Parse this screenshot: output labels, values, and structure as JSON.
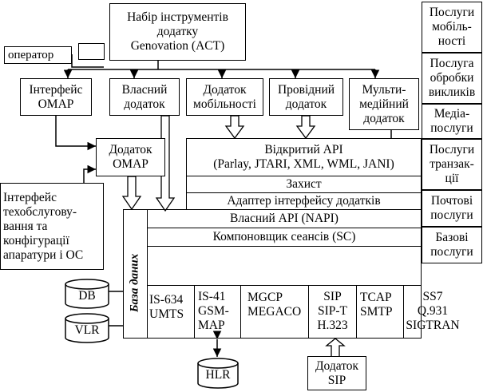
{
  "toolkit": "Набір інструментів\nдодатку\nGenovation (ACT)",
  "operator": "оператор",
  "omap_interface": "Інтерфейс\nOMAP",
  "own_app": "Власний\nдодаток",
  "mobility_app": "Додаток\nмобільності",
  "wired_app": "Провідний\nдодаток",
  "multimedia_app": "Мульти-\nмедійний\nдодаток",
  "omap_app": "Додаток\nOMAP",
  "maintenance_interface": "Інтерфейс\nтехобслугову-\nвання та\nконфігурації\nапаратури і ОС",
  "open_api": "Відкритий API\n(Parlay, JTARI, XML, WML, JANI)",
  "security": "Захист",
  "app_adapter": "Адаптер інтерфейсу додатків",
  "native_api": "Власний API (NAPI)",
  "session_composer": "Компоновщик сеансів (SC)",
  "database": "База даних",
  "protocols": [
    "IS-634\nUMTS",
    "IS-41\nGSM-\nMAP",
    "MGCP\nMEGACO",
    "SIP\nSIP-T\nH.323",
    "TCAP\nSMTP",
    "SS7\nQ.931\nSIGTRAN"
  ],
  "db": "DB",
  "vlr": "VLR",
  "hlr": "HLR",
  "sip_app": "Додаток\nSIP",
  "services": [
    "Послуги\nмобіль-\nності",
    "Послуга\nобробки\nвикликів",
    "Медіа-\nпослуги",
    "Послуги\nтранзак-\nції",
    "Почтові\nпослуги",
    "Базові\nпослуги"
  ]
}
